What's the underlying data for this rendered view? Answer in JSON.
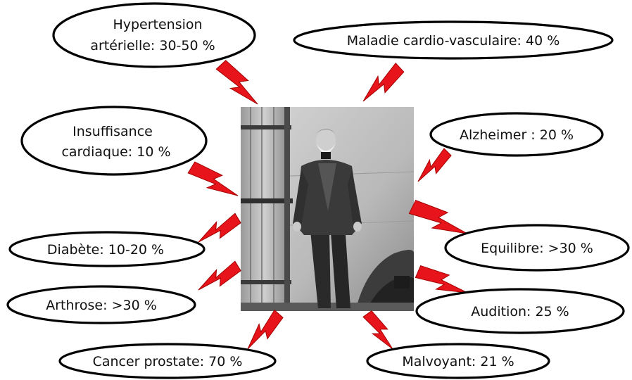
{
  "colors": {
    "bolt": "#e8141b",
    "bolt_stroke": "#a30000",
    "bubble_stroke": "#000000",
    "bubble_fill": "#ffffff"
  },
  "photo": {
    "icon": "elderly-man-photo"
  },
  "bubbles": [
    {
      "id": "hypertension",
      "lines": [
        "Hypertension",
        "artérielle: 30-50 %"
      ]
    },
    {
      "id": "maladie-cardio",
      "lines": [
        "Maladie cardio-vasculaire: 40 %"
      ]
    },
    {
      "id": "insuffisance",
      "lines": [
        "Insuffisance",
        "cardiaque: 10 %"
      ]
    },
    {
      "id": "alzheimer",
      "lines": [
        "Alzheimer : 20 %"
      ]
    },
    {
      "id": "diabete",
      "lines": [
        "Diabète: 10-20 %"
      ]
    },
    {
      "id": "equilibre",
      "lines": [
        "Equilibre: >30 %"
      ]
    },
    {
      "id": "arthrose",
      "lines": [
        "Arthrose: >30 %"
      ]
    },
    {
      "id": "audition",
      "lines": [
        "Audition: 25 %"
      ]
    },
    {
      "id": "cancer-prostate",
      "lines": [
        "Cancer prostate: 70 %"
      ]
    },
    {
      "id": "malvoyant",
      "lines": [
        "Malvoyant: 21 %"
      ]
    }
  ]
}
